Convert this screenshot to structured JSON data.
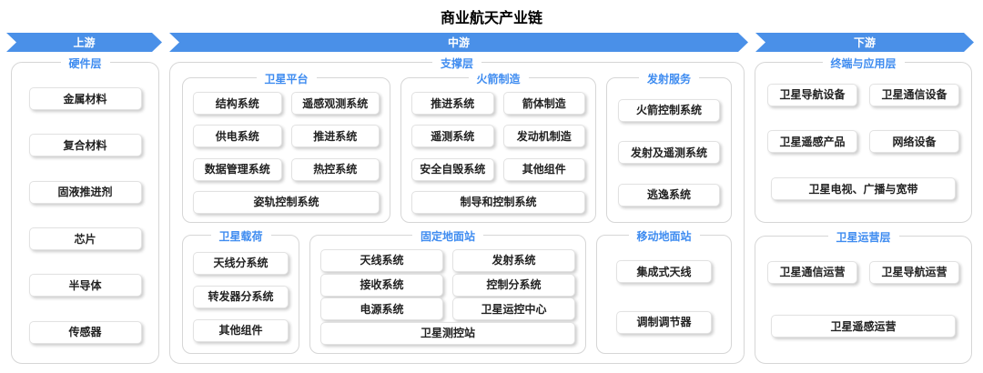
{
  "title": "商业航天产业链",
  "colors": {
    "arrow_blue": "#4a90e8",
    "label_blue": "#3f8cf0"
  },
  "arrows": {
    "upstream": "上游",
    "midstream": "中游",
    "downstream": "下游"
  },
  "hardware": {
    "label": "硬件层",
    "items": [
      "金属材料",
      "复合材料",
      "固液推进剂",
      "芯片",
      "半导体",
      "传感器"
    ]
  },
  "support": {
    "label": "支撑层",
    "satellite_platform": {
      "label": "卫星平台",
      "items": [
        "结构系统",
        "遥感观测系统",
        "供电系统",
        "推进系统",
        "数据管理系统",
        "热控系统",
        "姿轨控制系统"
      ]
    },
    "rocket_manufacturing": {
      "label": "火箭制造",
      "items": [
        "推进系统",
        "箭体制造",
        "遥测系统",
        "发动机制造",
        "安全自毁系统",
        "其他组件",
        "制导和控制系统"
      ]
    },
    "launch_service": {
      "label": "发射服务",
      "items": [
        "火箭控制系统",
        "发射及遥测系统",
        "逃逸系统"
      ]
    },
    "satellite_payload": {
      "label": "卫星载荷",
      "items": [
        "天线分系统",
        "转发器分系统",
        "其他组件"
      ]
    },
    "fixed_ground_station": {
      "label": "固定地面站",
      "items": [
        "天线系统",
        "发射系统",
        "接收系统",
        "控制分系统",
        "电源系统",
        "卫星运控中心",
        "卫星测控站"
      ]
    },
    "mobile_ground_station": {
      "label": "移动地面站",
      "items": [
        "集成式天线",
        "调制调节器"
      ]
    }
  },
  "terminal_application": {
    "label": "终端与应用层",
    "items": [
      "卫星导航设备",
      "卫星通信设备",
      "卫星遥感产品",
      "网络设备",
      "卫星电视、广播与宽带"
    ]
  },
  "satellite_operation": {
    "label": "卫星运营层",
    "items": [
      "卫星通信运营",
      "卫星导航运营",
      "卫星遥感运营"
    ]
  }
}
